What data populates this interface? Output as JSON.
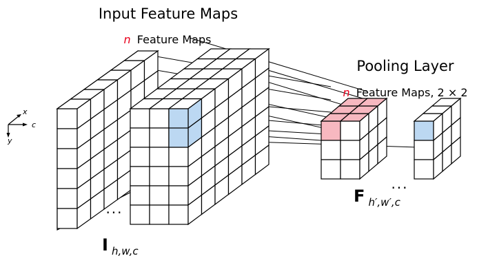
{
  "input": {
    "title": "Input Feature Maps",
    "count_symbol": "n",
    "count_label": "Feature Maps",
    "dots": "...",
    "tensor_symbol": "I",
    "tensor_subscript": "h,w,c"
  },
  "pooling": {
    "title": "Pooling Layer",
    "count_symbol": "n",
    "count_label": "Feature Maps, 2 × 2",
    "dots": "...",
    "tensor_symbol": "F",
    "tensor_subscript": "h′,w′,c"
  },
  "axes": {
    "x": "x",
    "y": "y",
    "c": "c"
  },
  "colors": {
    "pool_window": "#bcd8f2",
    "pooled_cell": "#f7b8c0",
    "grid_line": "#000000",
    "count_symbol": "#e8001c"
  }
}
